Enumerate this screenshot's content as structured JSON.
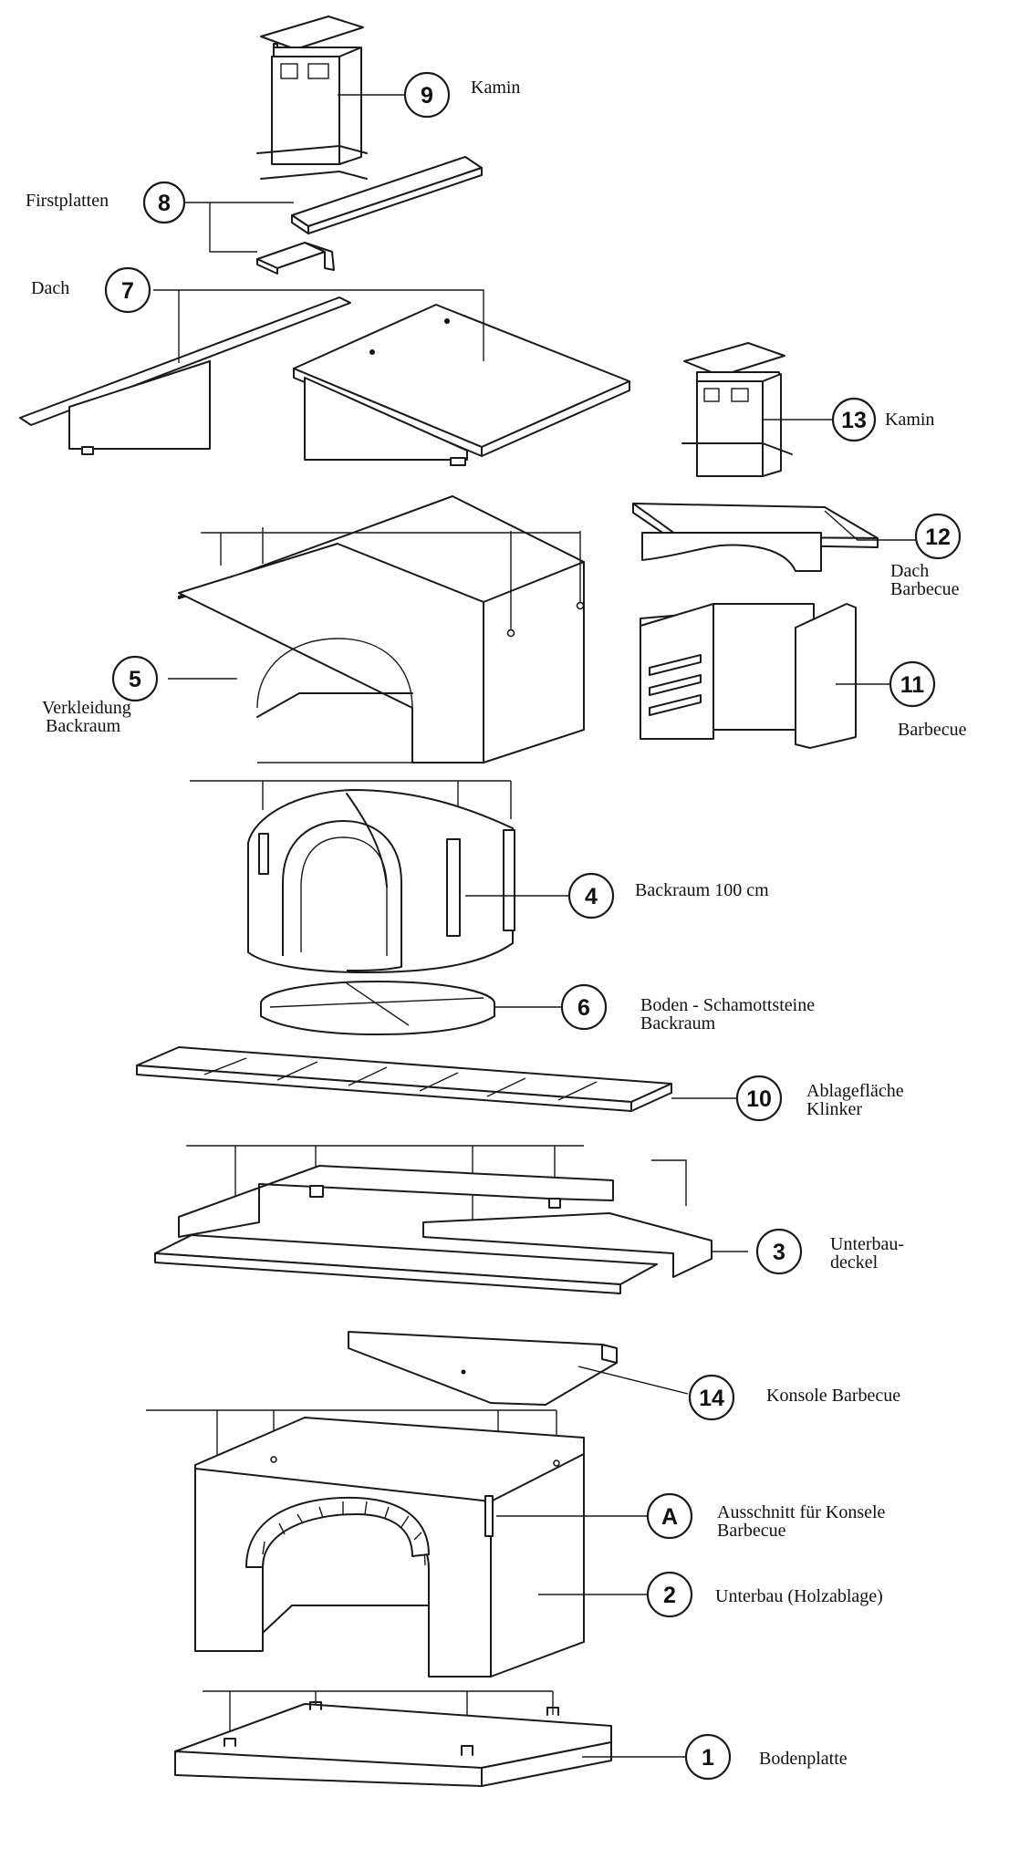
{
  "parts": [
    {
      "number": "9",
      "label": [
        "Kamin"
      ]
    },
    {
      "number": "8",
      "label": [
        "Firstplatten"
      ]
    },
    {
      "number": "7",
      "label": [
        "Dach"
      ]
    },
    {
      "number": "13",
      "label": [
        "Kamin"
      ]
    },
    {
      "number": "12",
      "label": [
        "Dach",
        "Barbecue"
      ]
    },
    {
      "number": "5",
      "label": [
        "Verkleidung",
        "Backraum"
      ]
    },
    {
      "number": "11",
      "label": [
        "Barbecue"
      ]
    },
    {
      "number": "4",
      "label": [
        "Backraum 100 cm"
      ]
    },
    {
      "number": "6",
      "label": [
        "Boden - Schamottsteine",
        "Backraum"
      ]
    },
    {
      "number": "10",
      "label": [
        "Ablagefläche",
        "Klinker"
      ]
    },
    {
      "number": "3",
      "label": [
        "Unterbau-",
        "deckel"
      ]
    },
    {
      "number": "14",
      "label": [
        "Konsole Barbecue"
      ]
    },
    {
      "number": "A",
      "label": [
        "Ausschnitt für Konsele",
        "Barbecue"
      ]
    },
    {
      "number": "2",
      "label": [
        "Unterbau (Holzablage)"
      ]
    },
    {
      "number": "1",
      "label": [
        "Bodenplatte"
      ]
    }
  ]
}
